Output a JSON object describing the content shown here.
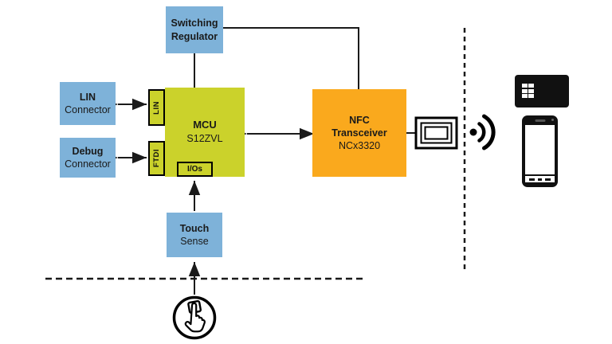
{
  "diagram": {
    "blocks": {
      "switching_regulator": {
        "line1": "Switching",
        "line2": "Regulator"
      },
      "lin_connector": {
        "line1": "LIN",
        "line2": "Connector"
      },
      "debug_connector": {
        "line1": "Debug",
        "line2": "Connector"
      },
      "mcu": {
        "title": "MCU",
        "subtitle": "S12ZVL",
        "port_lin": "LIN",
        "port_ftdi": "FTDI",
        "port_ios": "I/Os"
      },
      "nfc_transceiver": {
        "line1": "NFC",
        "line2": "Transceiver",
        "line3": "NCx3320"
      },
      "touch_sense": {
        "line1": "Touch",
        "line2": "Sense"
      }
    },
    "icons": {
      "antenna": "antenna-coil-icon",
      "rf": "rf-signal-icon",
      "card": "nfc-card-icon",
      "phone": "smartphone-icon",
      "touch": "touch-gesture-icon"
    },
    "colors": {
      "block_blue": "#7EB2D9",
      "block_green": "#CBD22B",
      "block_orange": "#FAA91D",
      "line_black": "#1A1A1A",
      "background": "#FFFFFF"
    }
  }
}
